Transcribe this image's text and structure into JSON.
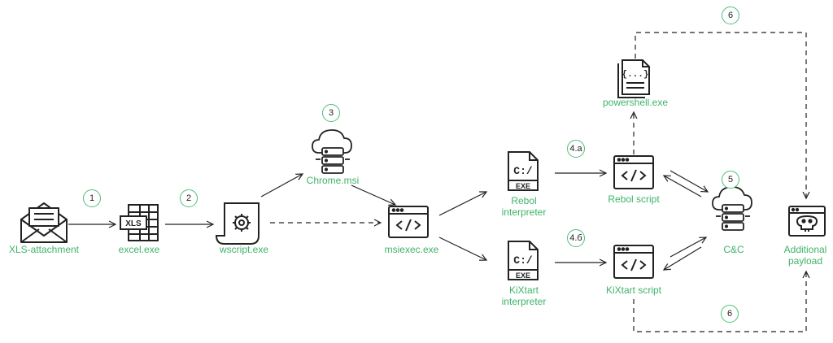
{
  "colors": {
    "label": "#3fb36a",
    "line": "#222222",
    "circle": "#4cbf78"
  },
  "nodes": {
    "xls_attachment": {
      "label": "XLS-attachment",
      "icon": "envelope-icon"
    },
    "excel": {
      "label": "excel.exe",
      "icon": "spreadsheet-icon",
      "badge": "XLS"
    },
    "wscript": {
      "label": "wscript.exe",
      "icon": "script-scroll-icon"
    },
    "chrome_msi": {
      "label": "Chrome.msi",
      "icon": "cloud-server-icon"
    },
    "msiexec": {
      "label": "msiexec.exe",
      "icon": "code-window-icon"
    },
    "rebol_interpreter": {
      "label": "Rebol interpreter",
      "icon": "exe-file-icon",
      "glyph": "C:/",
      "badge": "EXE"
    },
    "kixtart_interpreter": {
      "label": "KiXtart interpreter",
      "icon": "exe-file-icon",
      "glyph": "C:/",
      "badge": "EXE"
    },
    "rebol_script": {
      "label": "Rebol script",
      "icon": "code-window-icon"
    },
    "kixtart_script": {
      "label": "KiXtart script",
      "icon": "code-window-icon"
    },
    "powershell": {
      "label": "powershell.exe",
      "icon": "document-braces-icon",
      "glyph": "{...}"
    },
    "cnc": {
      "label": "C&C",
      "icon": "cloud-server-icon"
    },
    "additional_payload": {
      "label": "Additional payload",
      "icon": "skull-window-icon"
    }
  },
  "steps": {
    "s1": "1",
    "s2": "2",
    "s3": "3",
    "s4a": "4.a",
    "s4b": "4.б",
    "s5": "5",
    "s6_top": "6",
    "s6_bottom": "6"
  }
}
